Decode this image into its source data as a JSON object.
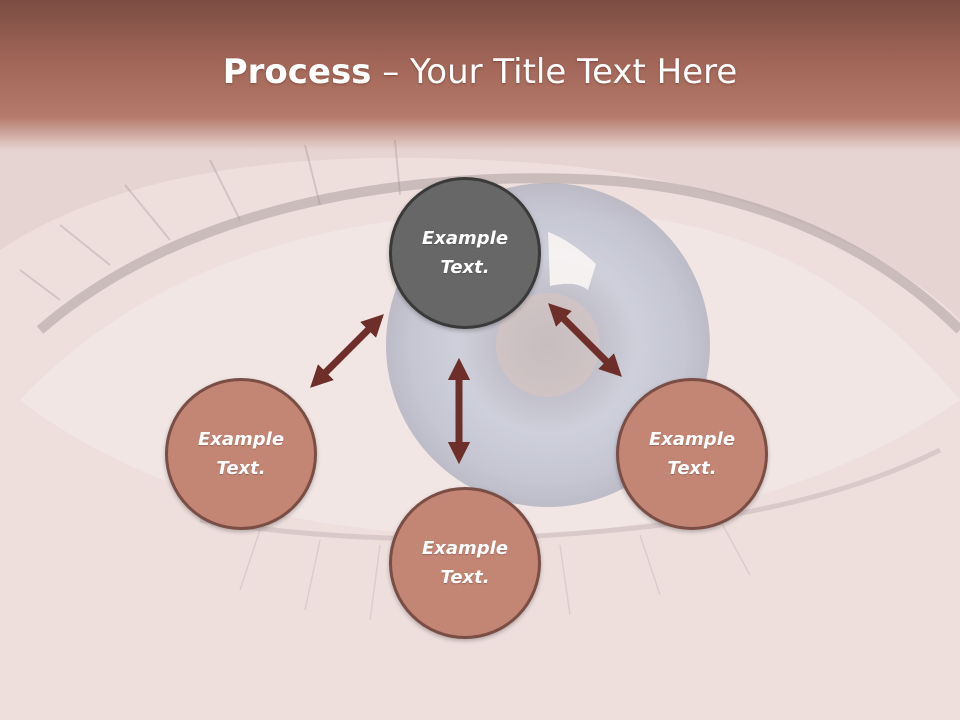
{
  "slide": {
    "title_bold": "Process",
    "title_rest": " – Your Title Text Here"
  },
  "nodes": {
    "top": {
      "label": "Example\nText.",
      "style": "dark"
    },
    "left": {
      "label": "Example\nText.",
      "style": "terra"
    },
    "right": {
      "label": "Example\nText.",
      "style": "terra"
    },
    "bottom": {
      "label": "Example\nText.",
      "style": "terra"
    }
  },
  "colors": {
    "header": "#a4685a",
    "node_fill": "#c38574",
    "node_border": "#7a4d45",
    "center_fill": "#676767",
    "arrow": "#6e2f2a"
  },
  "background": {
    "image": "close-up of a human eye with blue iris",
    "icon": "eye-photo"
  }
}
